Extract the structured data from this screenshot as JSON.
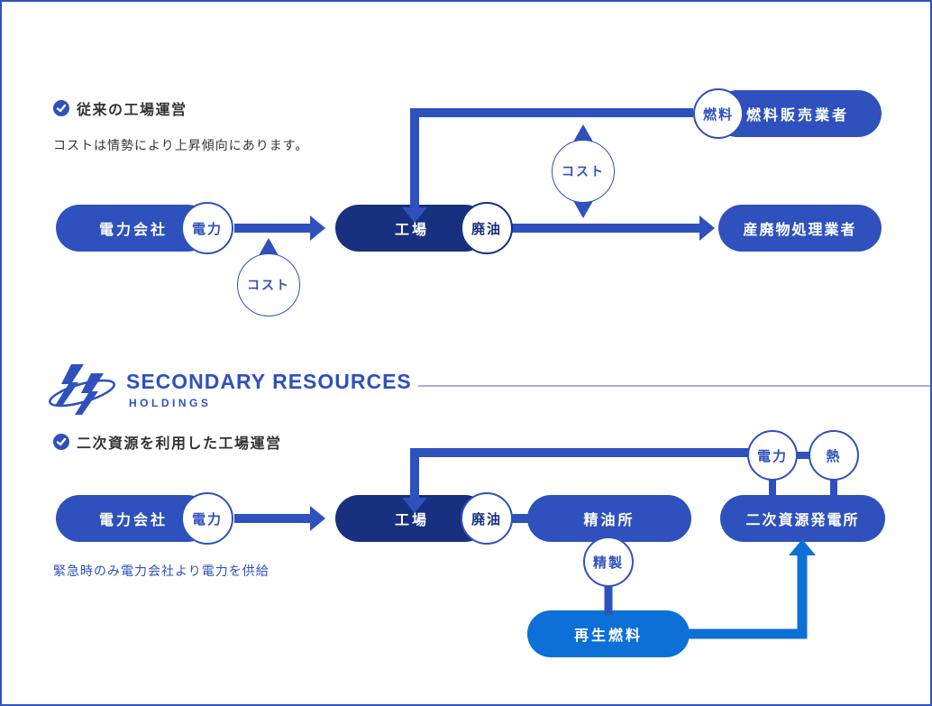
{
  "colors": {
    "primary": "#2e51bd",
    "navy": "#17307f",
    "bright_blue": "#0c70d7",
    "frame_border": "#3054ba",
    "logo_rule_line": "#8494cf",
    "heading_text": "#333333"
  },
  "top": {
    "title": "従来の工場運営",
    "subtitle": "コストは情勢により上昇傾向にあります。",
    "power_company": "電力会社",
    "power_badge": "電力",
    "cost1": "コスト",
    "cost2": "コスト",
    "factory": "工場",
    "waste_oil": "廃油",
    "fuel_badge": "燃料",
    "fuel_seller": "燃料販売業者",
    "waste_processor": "産廃物処理業者"
  },
  "logo": {
    "name": "SECONDARY RESOURCES",
    "sub": "HOLDINGS"
  },
  "bottom": {
    "title": "二次資源を利用した工場運営",
    "note": "緊急時のみ電力会社より電力を供給",
    "power_company": "電力会社",
    "power_badge": "電力",
    "factory": "工場",
    "waste_oil": "廃油",
    "refinery": "精油所",
    "refine_badge": "精製",
    "recycled_fuel": "再生燃料",
    "plant": "二次資源発電所",
    "plant_power_badge": "電力",
    "plant_heat_badge": "熱"
  }
}
